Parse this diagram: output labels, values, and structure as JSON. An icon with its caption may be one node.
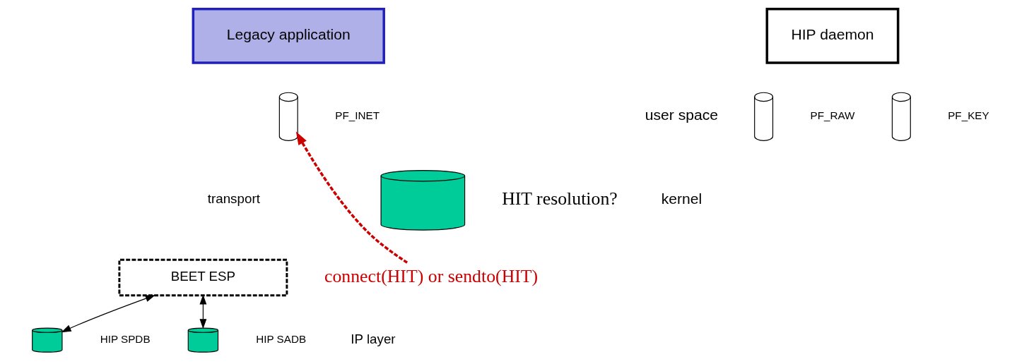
{
  "diagram": {
    "nodes": [
      {
        "text": [
          "Legacy application"
        ]
      },
      {
        "text": [
          "HIP daemon"
        ]
      },
      {
        "text": [],
        "shape": "cylinder",
        "beside": [
          "PF_INET"
        ]
      },
      {
        "text": [],
        "shape": "cylinder",
        "beside": [
          "PF_RAW"
        ]
      },
      {
        "text": [],
        "shape": "cylinder",
        "beside": [
          "PF_KEY"
        ]
      },
      {
        "text": [
          "BEET ESP"
        ]
      },
      {
        "text": [],
        "shape": "cylinder",
        "beside": [
          "HIP SPDB"
        ]
      },
      {
        "text": [],
        "shape": "cylinder",
        "beside": [
          "HIP SADB"
        ]
      },
      {
        "text": [],
        "shape": "cylinder",
        "beside": [
          "HIT resolution?"
        ]
      },
      {
        "text": [
          "connect(HIT) or sendto(HIT)"
        ]
      }
    ],
    "edges": [
      {
        "from": 5,
        "to": 6,
        "arrow": "both"
      },
      {
        "from": 5,
        "to": 7,
        "arrow": "both"
      },
      {
        "from": 9,
        "to": 2,
        "arrow": "to",
        "style": "dashed",
        "color": "#cc0000"
      }
    ],
    "labels": [
      "user space",
      "kernel",
      "transport",
      "IP layer"
    ]
  }
}
